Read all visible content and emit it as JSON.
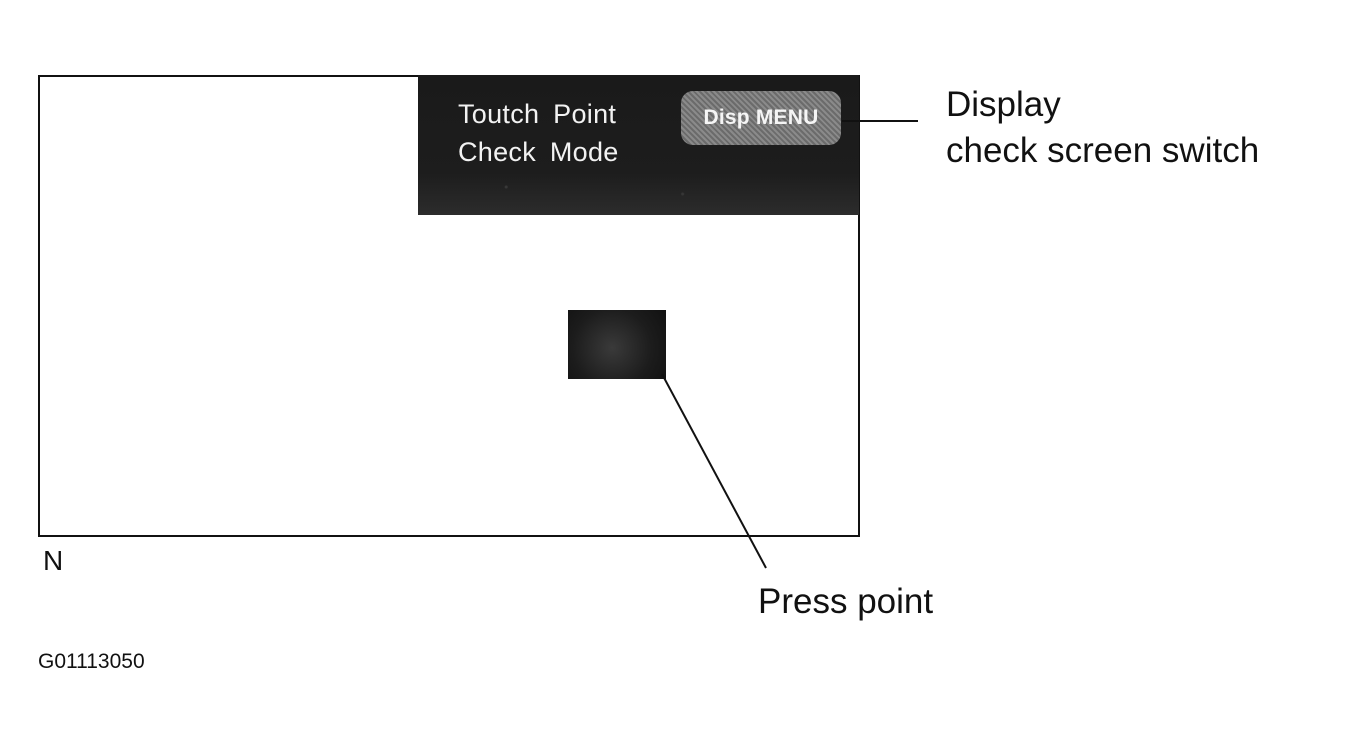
{
  "screen": {
    "mode_title_line1": "Toutch  Point",
    "mode_title_line2": "Check  Mode",
    "disp_button_label": "Disp MENU"
  },
  "callouts": {
    "display_switch_line1": "Display",
    "display_switch_line2": "check screen switch",
    "press_point": "Press point"
  },
  "label_n": "N",
  "figure_id": "G01113050",
  "colors": {
    "panel": "#1a1a1a",
    "button": "#7a7a7a",
    "ink": "#111111"
  }
}
